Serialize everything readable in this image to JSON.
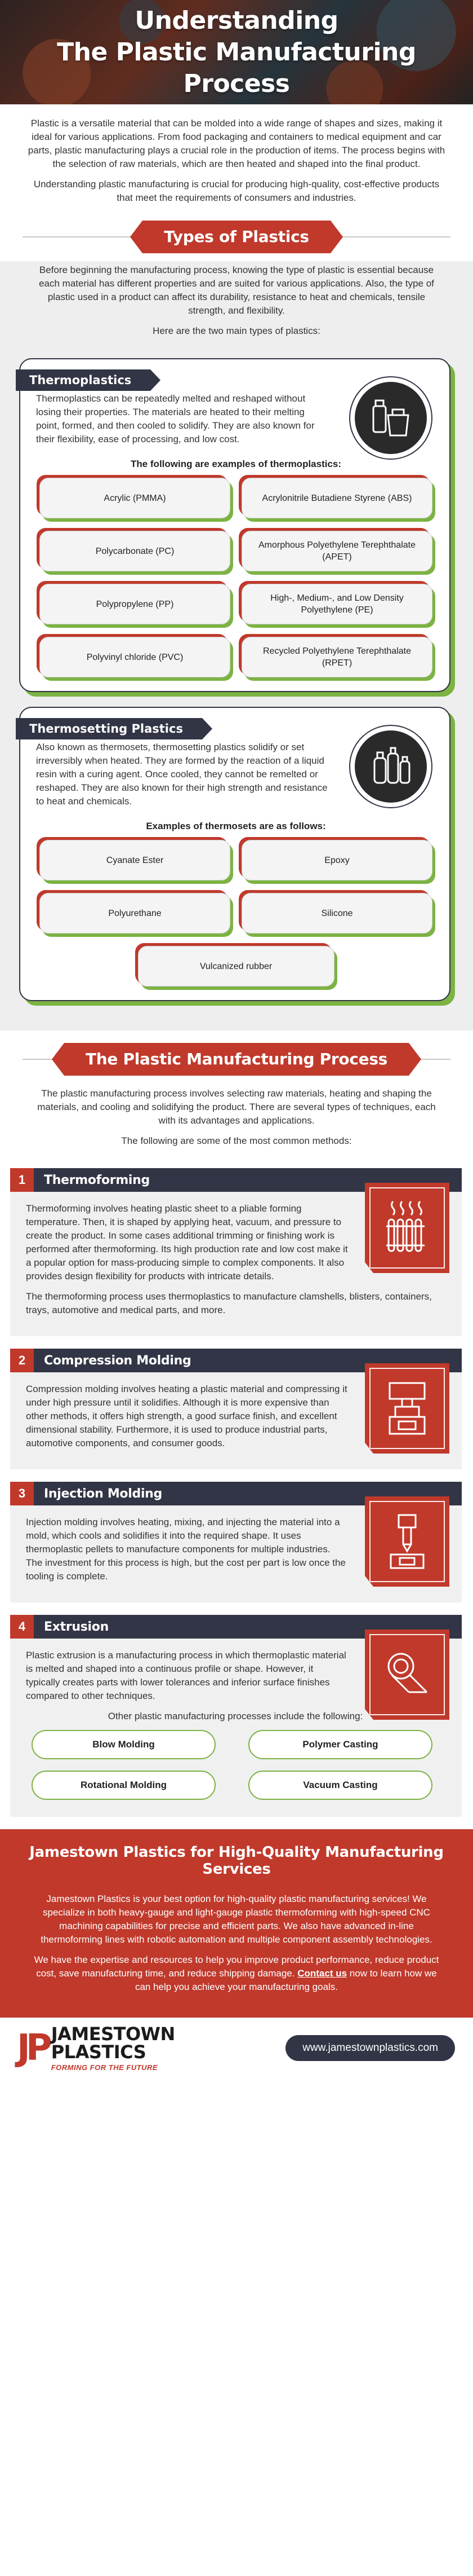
{
  "header": {
    "title": "Understanding\nThe Plastic Manufacturing Process"
  },
  "intro": {
    "p1": "Plastic is a versatile material that can be molded into a wide range of shapes and sizes, making it ideal for various applications. From food packaging and containers to medical equipment and car parts, plastic manufacturing plays a crucial role in the production of items. The process begins with the selection of raw materials, which are then heated and shaped into the final product.",
    "p2": "Understanding plastic manufacturing is crucial for producing high-quality, cost-effective products that meet the requirements of consumers and industries."
  },
  "types": {
    "banner": "Types of Plastics",
    "p1": "Before beginning the manufacturing process, knowing the type of plastic is essential because each material has different properties and are suited for various applications. Also, the type of plastic used in a product can affect its durability, resistance to heat and chemicals, tensile strength, and flexibility.",
    "p2": "Here are the two main types of plastics:",
    "thermoplastics": {
      "tab": "Thermoplastics",
      "text": "Thermoplastics can be repeatedly melted and reshaped without losing their properties. The materials are heated to their melting point, formed, and then cooled to solidify. They are also known for their flexibility, ease of processing, and low cost.",
      "examples_title": "The following are examples of thermoplastics:",
      "examples": [
        "Acrylic (PMMA)",
        "Acrylonitrile Butadiene Styrene (ABS)",
        "Polycarbonate (PC)",
        "Amorphous Polyethylene Terephthalate (APET)",
        "Polypropylene (PP)",
        "High-, Medium-, and Low Density Polyethylene (PE)",
        "Polyvinyl chloride (PVC)",
        "Recycled Polyethylene Terephthalate (RPET)"
      ]
    },
    "thermosets": {
      "tab": "Thermosetting Plastics",
      "text": "Also known as thermosets, thermosetting plastics solidify or set irreversibly when heated. They are formed by the reaction of a liquid resin with a curing agent. Once cooled, they cannot be remelted or reshaped. They are also known for their high strength and resistance to heat and chemicals.",
      "examples_title": "Examples of thermosets are as follows:",
      "examples": [
        "Cyanate Ester",
        "Epoxy",
        "Polyurethane",
        "Silicone",
        "Vulcanized rubber"
      ]
    }
  },
  "manufacturing": {
    "banner": "The Plastic Manufacturing Process",
    "p1": "The plastic manufacturing process involves selecting raw materials, heating and shaping the materials, and cooling and solidifying the product. There are several types of techniques, each with its advantages and applications.",
    "p2": "The following are some of the most common methods:",
    "methods": [
      {
        "num": "1",
        "title": "Thermoforming",
        "p1": "Thermoforming involves heating plastic sheet to a pliable forming temperature. Then, it is shaped by applying heat, vacuum, and pressure to create the product. In some cases additional trimming or finishing work is performed after thermoforming. Its high production rate and low cost make it a popular option for mass-producing simple to complex components. It also provides design flexibility for products with intricate details.",
        "p2": "The thermoforming process uses thermoplastics to manufacture clamshells, blisters, containers, trays, automotive and medical parts, and more."
      },
      {
        "num": "2",
        "title": "Compression Molding",
        "p1": "Compression molding involves heating a plastic material and compressing it under high pressure until it solidifies. Although it is more expensive than other methods, it offers high strength, a good surface finish, and excellent dimensional stability. Furthermore, it is used to produce industrial parts, automotive components, and consumer goods."
      },
      {
        "num": "3",
        "title": "Injection Molding",
        "p1": "Injection molding involves heating, mixing, and injecting the material into a mold, which cools and solidifies it into the required shape. It uses thermoplastic pellets to manufacture components for multiple industries. The investment for this process is high, but the cost per part is low once the tooling is complete."
      },
      {
        "num": "4",
        "title": "Extrusion",
        "p1": "Plastic extrusion is a manufacturing process in which thermoplastic material is melted and shaped into a continuous profile or shape. However, it typically creates parts with lower tolerances and inferior surface finishes compared to other techniques.",
        "other_title": "Other plastic manufacturing processes include the following:",
        "others": [
          "Blow Molding",
          "Polymer Casting",
          "Rotational Molding",
          "Vacuum Casting"
        ]
      }
    ]
  },
  "promo": {
    "title": "Jamestown Plastics for High-Quality Manufacturing Services",
    "p1": "Jamestown Plastics is your best option for high-quality plastic manufacturing services! We specialize in both heavy-gauge and light-gauge plastic thermoforming with high-speed CNC machining capabilities for precise and efficient parts. We also have advanced in-line thermoforming lines with robotic automation and multiple component assembly technologies.",
    "p2_before": "We have the expertise and resources to help you improve product performance, reduce product cost, save manufacturing time, and reduce shipping damage. ",
    "contact": "Contact us",
    "p2_after": " now to learn how we can help you achieve your manufacturing goals."
  },
  "footer": {
    "logo_mark": "JP",
    "logo_line1": "JAMESTOWN",
    "logo_line2": "PLASTICS",
    "tagline": "FORMING FOR THE FUTURE",
    "url": "www.jamestownplastics.com"
  },
  "colors": {
    "accent_red": "#c0392b",
    "navy": "#323545",
    "green": "#7cb342"
  }
}
